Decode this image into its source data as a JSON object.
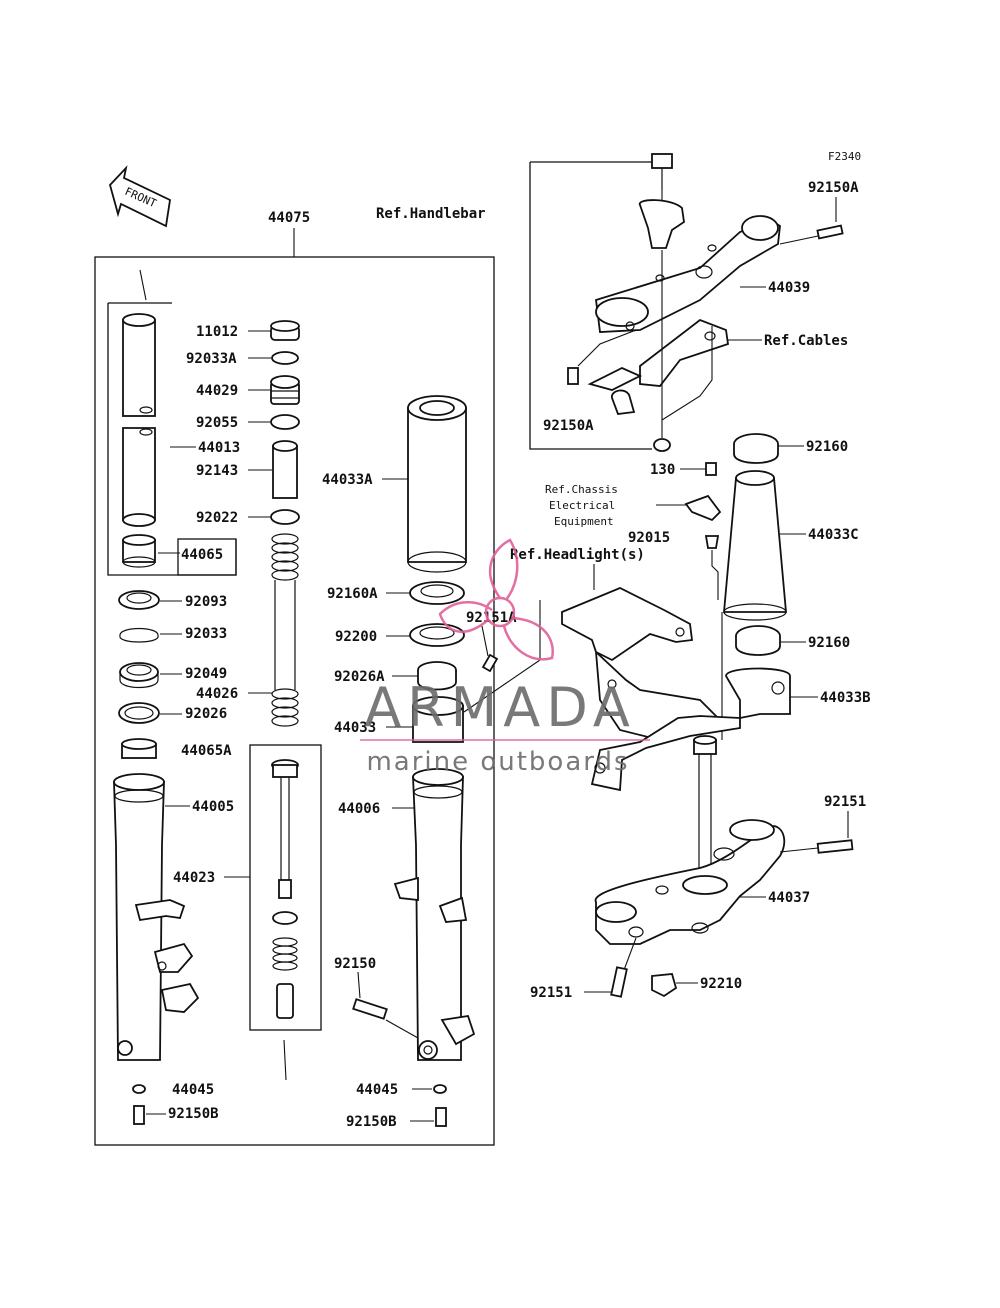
{
  "figure_code": "F2340",
  "front_label": "FRONT",
  "labels": {
    "p44075": "44075",
    "ref_handlebar": "Ref.Handlebar",
    "p11012": "11012",
    "p92033A": "92033A",
    "p44029": "44029",
    "p92055": "92055",
    "p44013": "44013",
    "p92143": "92143",
    "p92022": "92022",
    "p44065": "44065",
    "p92093": "92093",
    "p92033": "92033",
    "p92049": "92049",
    "p44026": "44026",
    "p92026": "92026",
    "p44065A": "44065A",
    "p44005": "44005",
    "p44023": "44023",
    "p44045_l": "44045",
    "p92150B_l": "92150B",
    "p44033A": "44033A",
    "p92160A": "92160A",
    "p92151A": "92151A",
    "p92200": "92200",
    "p92026A": "92026A",
    "p44033": "44033",
    "p44006": "44006",
    "p92150": "92150",
    "p44045_r": "44045",
    "p92150B_r": "92150B",
    "p92150A_top": "92150A",
    "p44039": "44039",
    "ref_cables": "Ref.Cables",
    "p92150A_left": "92150A",
    "p92160_top": "92160",
    "p130": "130",
    "ref_chassis_1": "Ref.Chassis",
    "ref_chassis_2": "Electrical",
    "ref_chassis_3": "Equipment",
    "p92015": "92015",
    "p44033C": "44033C",
    "ref_headlight": "Ref.Headlight(s)",
    "p92160_bottom": "92160",
    "p44033B": "44033B",
    "p92151_top": "92151",
    "p44037": "44037",
    "p92151_bottom": "92151",
    "p92210": "92210"
  },
  "watermark": {
    "brand": "ARMADA",
    "tagline": "marine outboards",
    "accent_color": "#e0609a",
    "text_color": "#6b6b6b"
  }
}
